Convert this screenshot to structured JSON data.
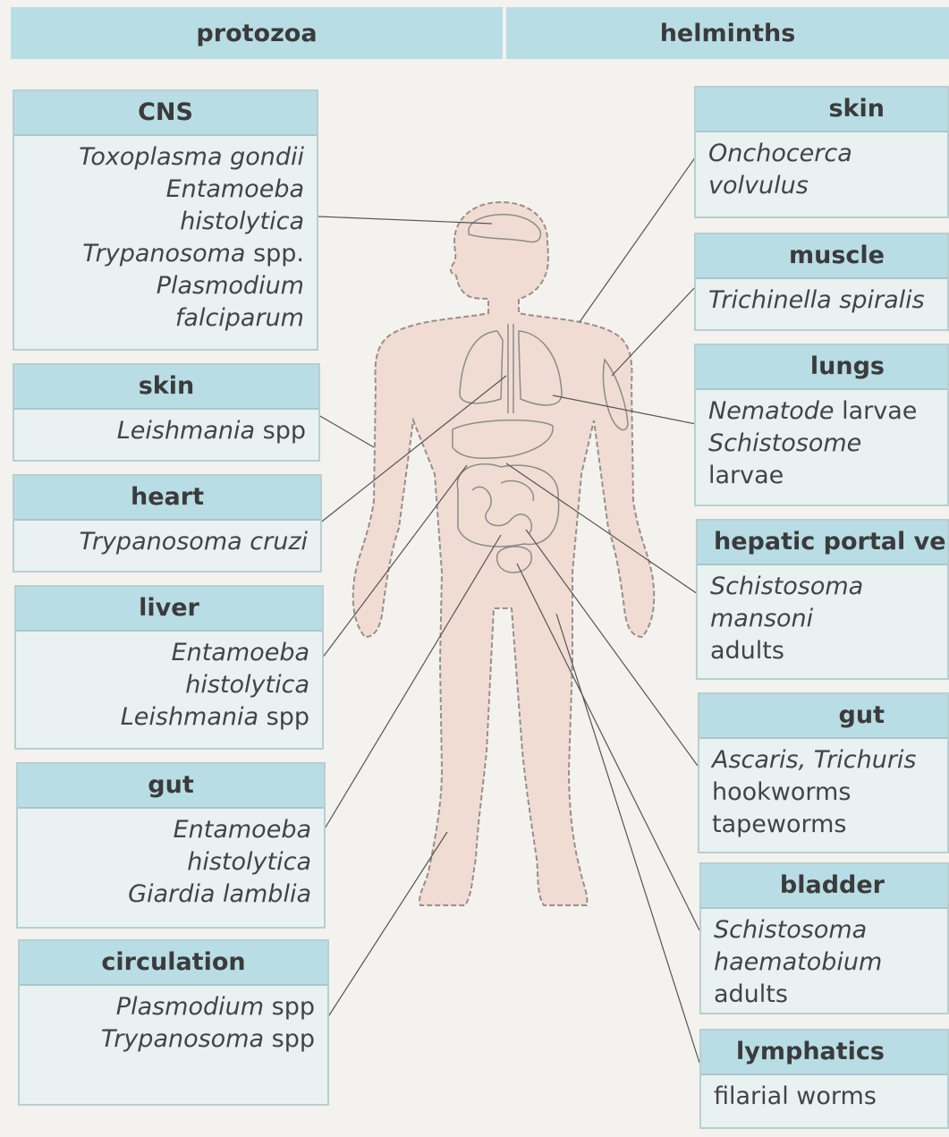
{
  "headers": {
    "left": "protozoa",
    "right": "helminths"
  },
  "protozoa": [
    {
      "title": "CNS",
      "lines": [
        {
          "parts": [
            {
              "t": "Toxoplasma gondii",
              "i": true
            }
          ]
        },
        {
          "parts": [
            {
              "t": "Entamoeba",
              "i": true
            }
          ]
        },
        {
          "parts": [
            {
              "t": "histolytica",
              "i": true
            }
          ]
        },
        {
          "parts": [
            {
              "t": "Trypanosoma",
              "i": true
            },
            {
              "t": " spp.",
              "i": false
            }
          ]
        },
        {
          "parts": [
            {
              "t": "Plasmodium",
              "i": true
            }
          ]
        },
        {
          "parts": [
            {
              "t": "falciparum",
              "i": true
            }
          ]
        }
      ]
    },
    {
      "title": "skin",
      "lines": [
        {
          "parts": [
            {
              "t": "Leishmania",
              "i": true
            },
            {
              "t": " spp",
              "i": false
            }
          ]
        }
      ]
    },
    {
      "title": "heart",
      "lines": [
        {
          "parts": [
            {
              "t": "Trypanosoma cruzi",
              "i": true
            }
          ]
        }
      ]
    },
    {
      "title": "liver",
      "lines": [
        {
          "parts": [
            {
              "t": "Entamoeba",
              "i": true
            }
          ]
        },
        {
          "parts": [
            {
              "t": "histolytica",
              "i": true
            }
          ]
        },
        {
          "parts": [
            {
              "t": "Leishmania",
              "i": true
            },
            {
              "t": " spp",
              "i": false
            }
          ]
        }
      ]
    },
    {
      "title": "gut",
      "lines": [
        {
          "parts": [
            {
              "t": "Entamoeba",
              "i": true
            }
          ]
        },
        {
          "parts": [
            {
              "t": "histolytica",
              "i": true
            }
          ]
        },
        {
          "parts": [
            {
              "t": "Giardia lamblia",
              "i": true
            }
          ]
        }
      ]
    },
    {
      "title": "circulation",
      "lines": [
        {
          "parts": [
            {
              "t": "Plasmodium",
              "i": true
            },
            {
              "t": " spp",
              "i": false
            }
          ]
        },
        {
          "parts": [
            {
              "t": "Trypanosoma",
              "i": true
            },
            {
              "t": " spp",
              "i": false
            }
          ]
        }
      ]
    }
  ],
  "helminths": [
    {
      "title": "skin",
      "lines": [
        {
          "parts": [
            {
              "t": "Onchocerca",
              "i": true
            }
          ]
        },
        {
          "parts": [
            {
              "t": "volvulus",
              "i": true
            }
          ]
        }
      ]
    },
    {
      "title": "muscle",
      "lines": [
        {
          "parts": [
            {
              "t": "Trichinella spiralis",
              "i": true
            }
          ]
        }
      ]
    },
    {
      "title": "lungs",
      "lines": [
        {
          "parts": [
            {
              "t": "Nematode",
              "i": true
            },
            {
              "t": " larvae",
              "i": false
            }
          ]
        },
        {
          "parts": [
            {
              "t": "Schistosome",
              "i": true
            }
          ]
        },
        {
          "parts": [
            {
              "t": "larvae",
              "i": false
            }
          ]
        }
      ]
    },
    {
      "title": "hepatic portal vein",
      "lines": [
        {
          "parts": [
            {
              "t": "Schistosoma",
              "i": true
            }
          ]
        },
        {
          "parts": [
            {
              "t": "mansoni",
              "i": true
            }
          ]
        },
        {
          "parts": [
            {
              "t": "adults",
              "i": false
            }
          ]
        }
      ]
    },
    {
      "title": "gut",
      "lines": [
        {
          "parts": [
            {
              "t": "Ascaris, Trichuris",
              "i": true
            }
          ]
        },
        {
          "parts": [
            {
              "t": "hookworms",
              "i": false
            }
          ]
        },
        {
          "parts": [
            {
              "t": "tapeworms",
              "i": false
            }
          ]
        }
      ]
    },
    {
      "title": "bladder",
      "lines": [
        {
          "parts": [
            {
              "t": "Schistosoma",
              "i": true
            }
          ]
        },
        {
          "parts": [
            {
              "t": "haematobium",
              "i": true
            }
          ]
        },
        {
          "parts": [
            {
              "t": "adults",
              "i": false
            }
          ]
        }
      ]
    },
    {
      "title": "lymphatics",
      "lines": [
        {
          "parts": [
            {
              "t": "filarial worms",
              "i": false
            }
          ]
        }
      ]
    }
  ]
}
